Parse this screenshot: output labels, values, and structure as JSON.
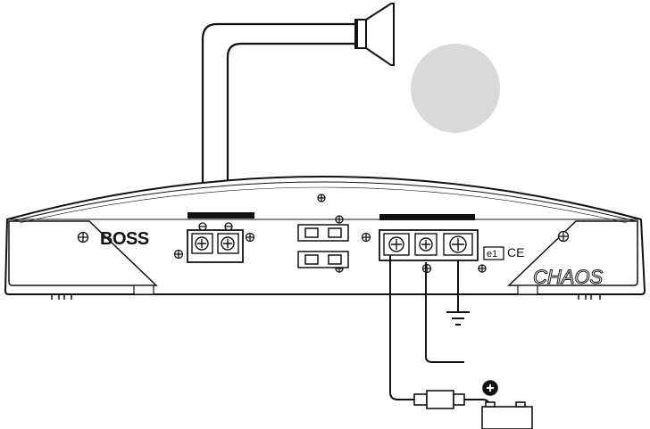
{
  "brand": {
    "logo_text": "BOSS",
    "model_text": "CHAOS"
  },
  "marks": {
    "e_mark": "e1",
    "ce_mark": "CE"
  },
  "battery": {
    "terminal": "+"
  },
  "colors": {
    "line": "#111111",
    "panel": "#ffffff",
    "circle": "#d9d9d9",
    "terminal_block": "#111111"
  }
}
